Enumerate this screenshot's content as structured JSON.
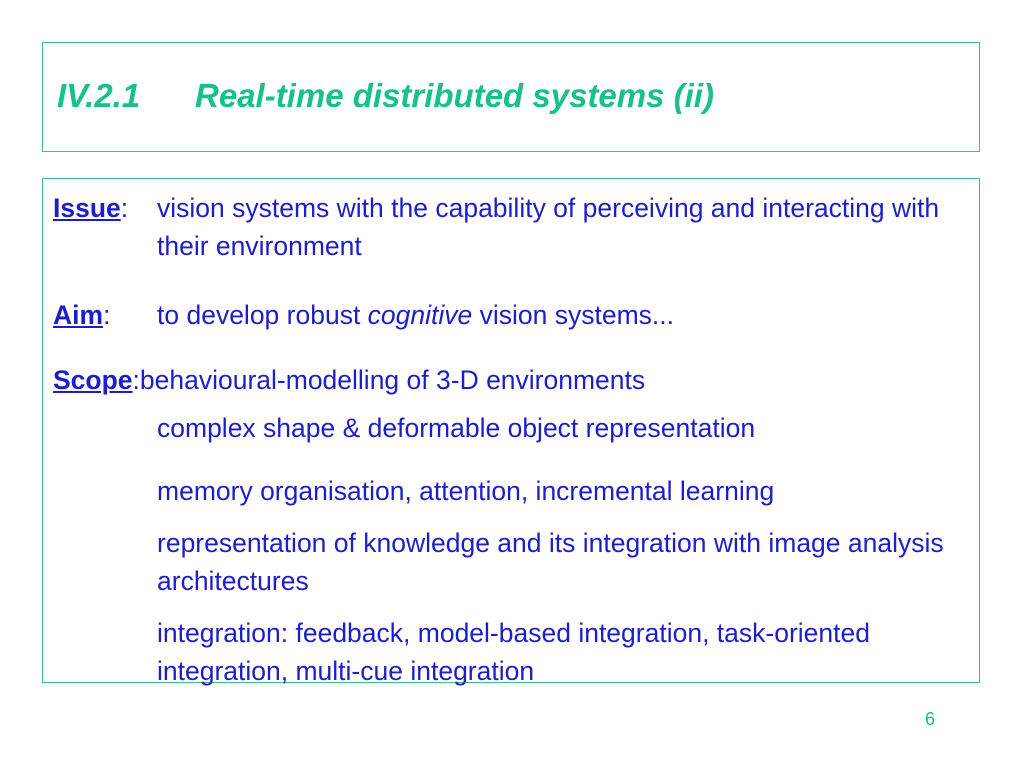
{
  "slide": {
    "title_number": "IV.2.1",
    "title_text": "Real-time distributed systems (ii)",
    "issue": {
      "label": "Issue",
      "colon": ":",
      "text": "vision systems with the capability of perceiving and interacting with their environment"
    },
    "aim": {
      "label": "Aim",
      "colon": ":",
      "text_before": "to develop robust ",
      "text_italic": "cognitive",
      "text_after": " vision systems..."
    },
    "scope": {
      "label": "Scope",
      "colon": ":",
      "first_item": "behavioural-modelling of 3-D environments",
      "items": [
        "complex shape & deformable object representation",
        "memory organisation, attention, incremental learning",
        "representation of knowledge and its integration with image analysis architectures",
        "integration: feedback, model-based integration, task-oriented integration, multi-cue integration"
      ]
    },
    "page_number": "6"
  },
  "colors": {
    "title": "#18c08a",
    "border": "#3cc08a",
    "body_text": "#1e1ec8",
    "background": "#ffffff"
  }
}
